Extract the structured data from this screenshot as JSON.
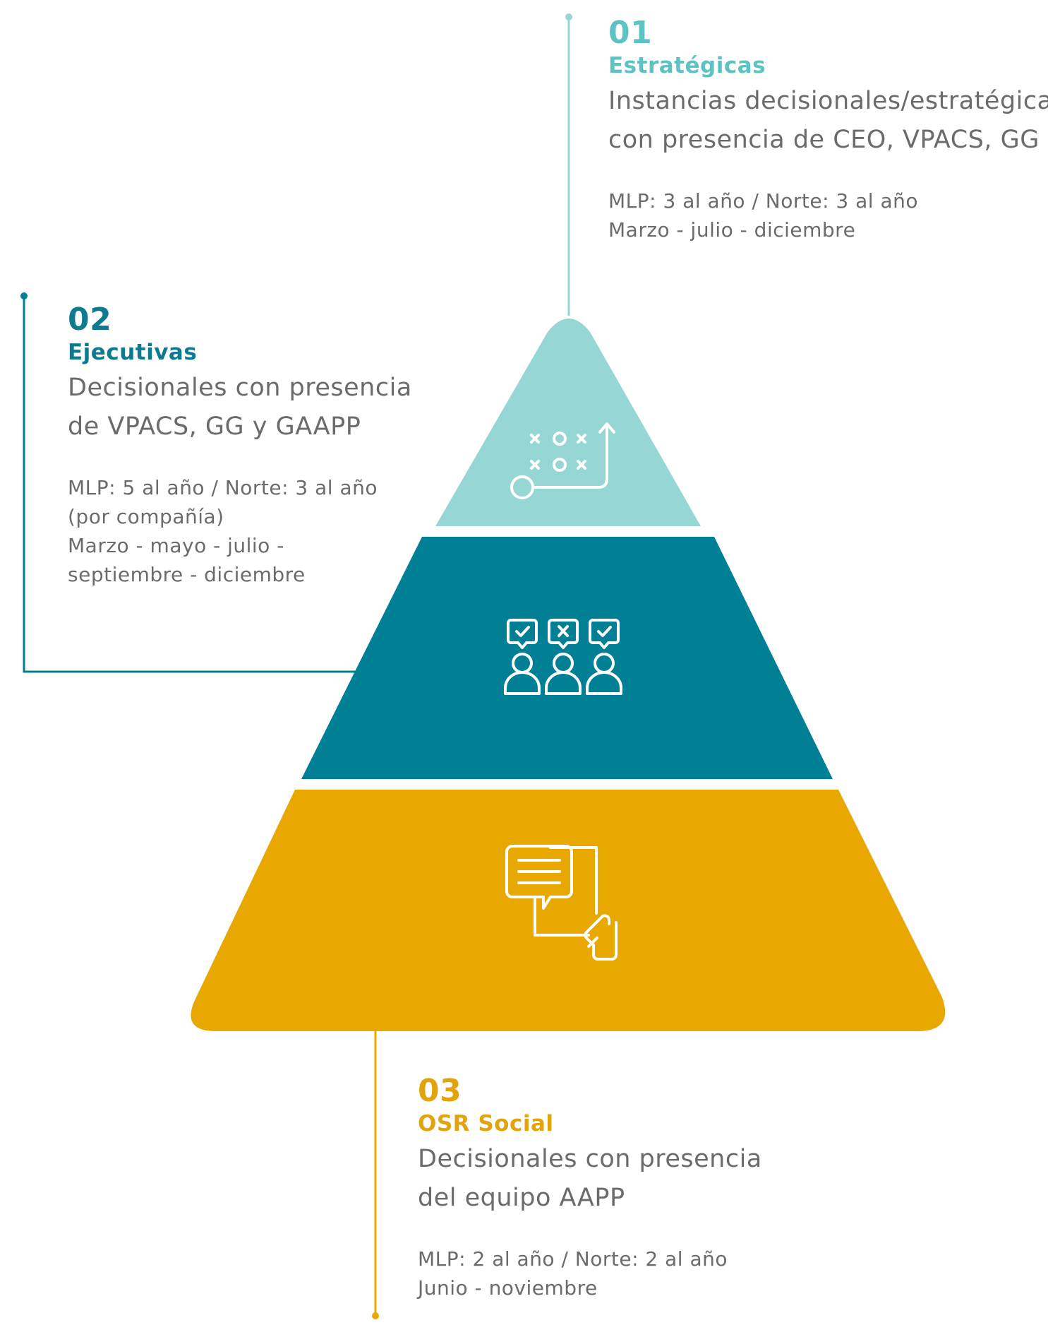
{
  "colors": {
    "strategic": "#96d7d6",
    "strategic_text": "#5ec2c2",
    "executive": "#007f95",
    "executive_text": "#0e7a8d",
    "social": "#e8a800",
    "social_text": "#e2a40d",
    "body_text": "#6b6b6b"
  },
  "levels": [
    {
      "number": "01",
      "title": "Estratégicas",
      "description": [
        "Instancias decisionales/estratégicas",
        "con presencia de CEO, VPACS, GG"
      ],
      "frequency": [
        "MLP: 3 al año / Norte: 3 al año",
        "Marzo - julio - diciembre"
      ],
      "icon": "strategy-play-icon"
    },
    {
      "number": "02",
      "title": "Ejecutivas",
      "description": [
        "Decisionales con presencia",
        "de VPACS, GG y GAAPP"
      ],
      "frequency": [
        "MLP: 5 al año / Norte: 3 al año",
        "(por compañía)",
        "Marzo - mayo - julio -",
        "septiembre - diciembre"
      ],
      "icon": "voting-people-icon"
    },
    {
      "number": "03",
      "title": "OSR Social",
      "description": [
        "Decisionales con presencia",
        "del equipo AAPP"
      ],
      "frequency": [
        "MLP: 2 al año / Norte: 2 al año",
        "Junio - noviembre"
      ],
      "icon": "tablet-chat-icon"
    }
  ]
}
